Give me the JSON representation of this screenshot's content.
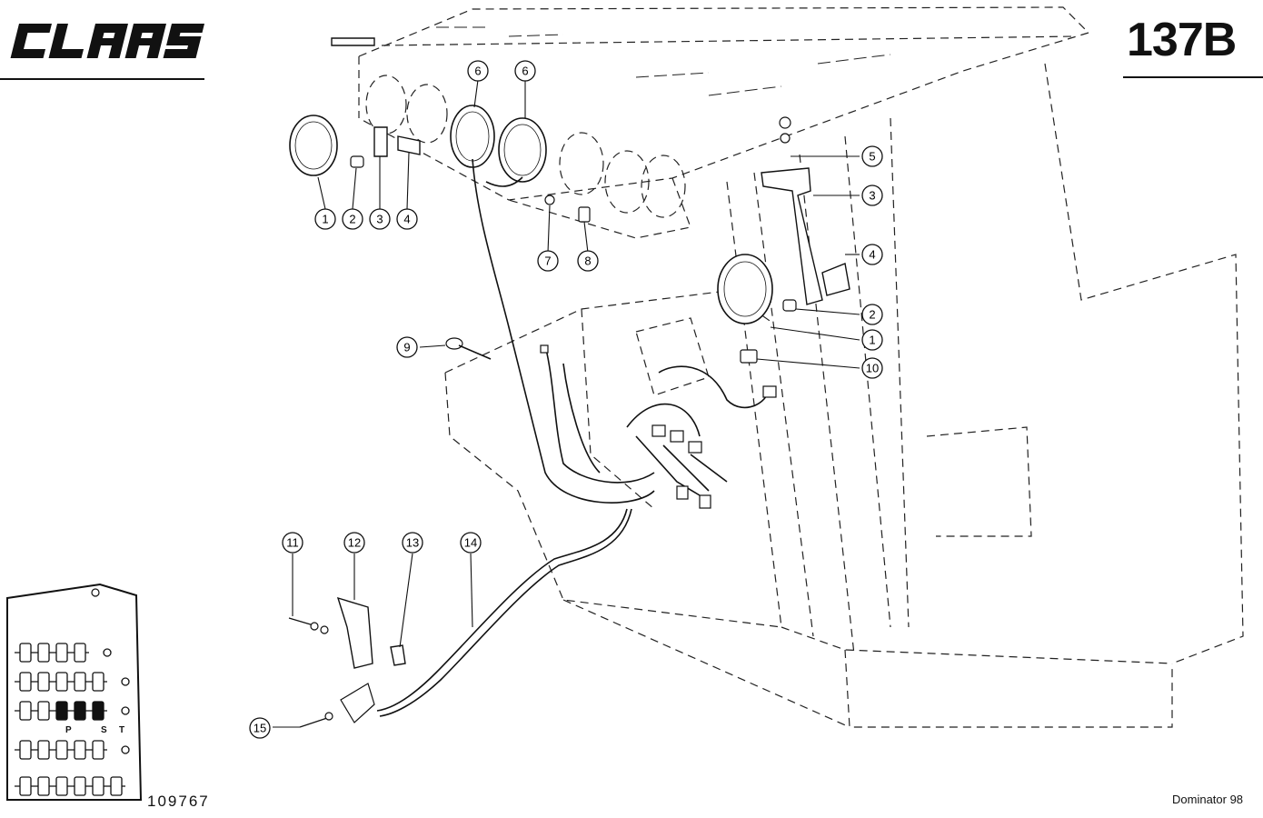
{
  "header": {
    "brand_text": "CLAAS",
    "page_code": "137B"
  },
  "footer": {
    "document_number": "109767",
    "model": "Dominator 98"
  },
  "callouts": [
    "1",
    "2",
    "3",
    "4",
    "6",
    "6",
    "5",
    "3",
    "4",
    "2",
    "1",
    "7",
    "8",
    "9",
    "10",
    "11",
    "12",
    "13",
    "14",
    "15"
  ],
  "locator": {
    "labels": [
      "P",
      "S",
      "T"
    ]
  }
}
